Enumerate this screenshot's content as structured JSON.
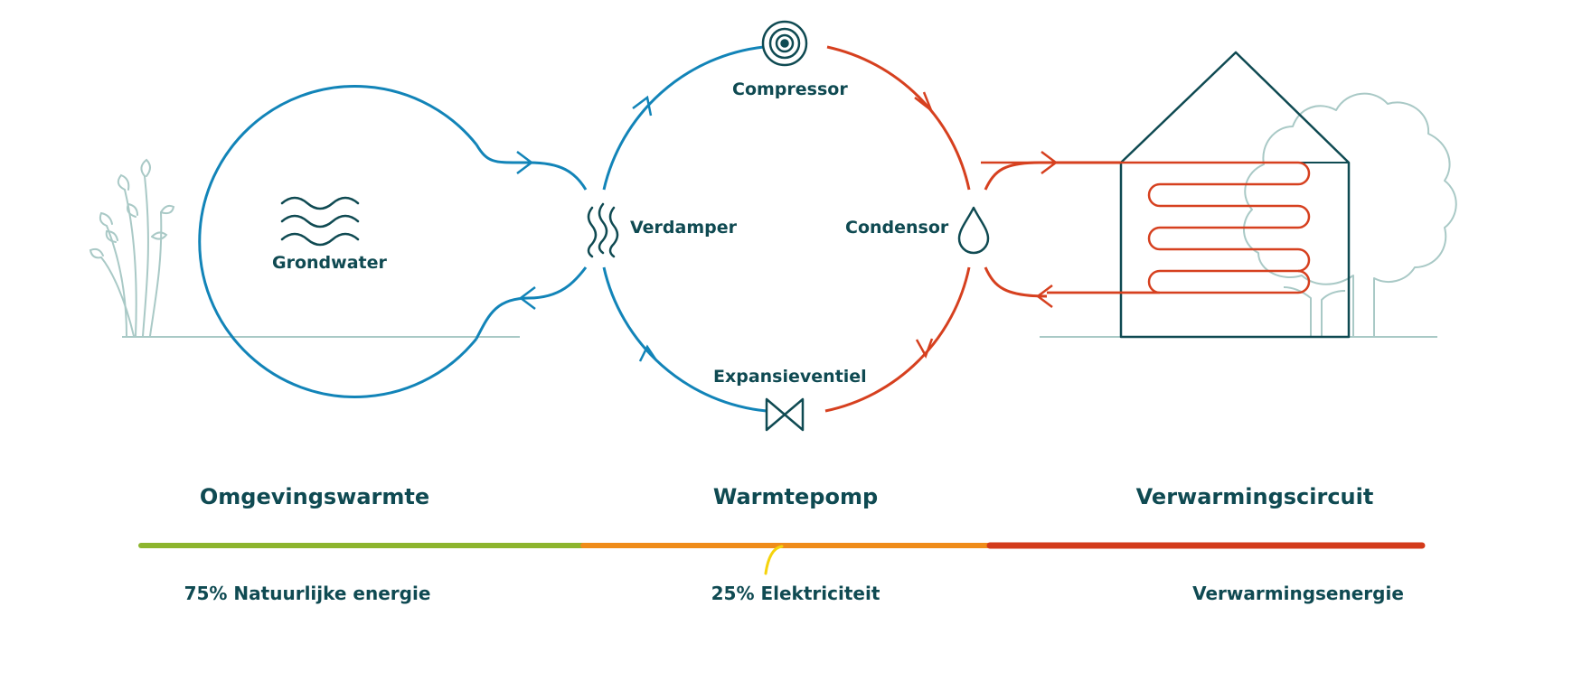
{
  "colors": {
    "blue": "#1284b8",
    "red": "#d6401f",
    "dark_teal": "#0f4a52",
    "plant_grey": "#a9c9c6",
    "green": "#8db52e",
    "orange": "#ef8c1a",
    "bar_red": "#d33a1b",
    "yellow": "#f5d30c"
  },
  "diagram": {
    "ground_label": "Grondwater",
    "components": {
      "compressor": "Compressor",
      "evaporator": "Verdamper",
      "condenser": "Condensor",
      "expansion_valve": "Expansieventiel"
    }
  },
  "sections": {
    "left": "Omgevingswarmte",
    "middle": "Warmtepomp",
    "right": "Verwarmingscircuit"
  },
  "energy": {
    "natural": "75% Natuurlijke energie",
    "electric": "25% Elektriciteit",
    "heating": "Verwarmingsenergie"
  },
  "icons": [
    "waves-icon",
    "heat-waves-icon",
    "spiral-icon",
    "droplet-icon",
    "valve-icon",
    "house-icon",
    "tree-icon",
    "grass-icon"
  ]
}
